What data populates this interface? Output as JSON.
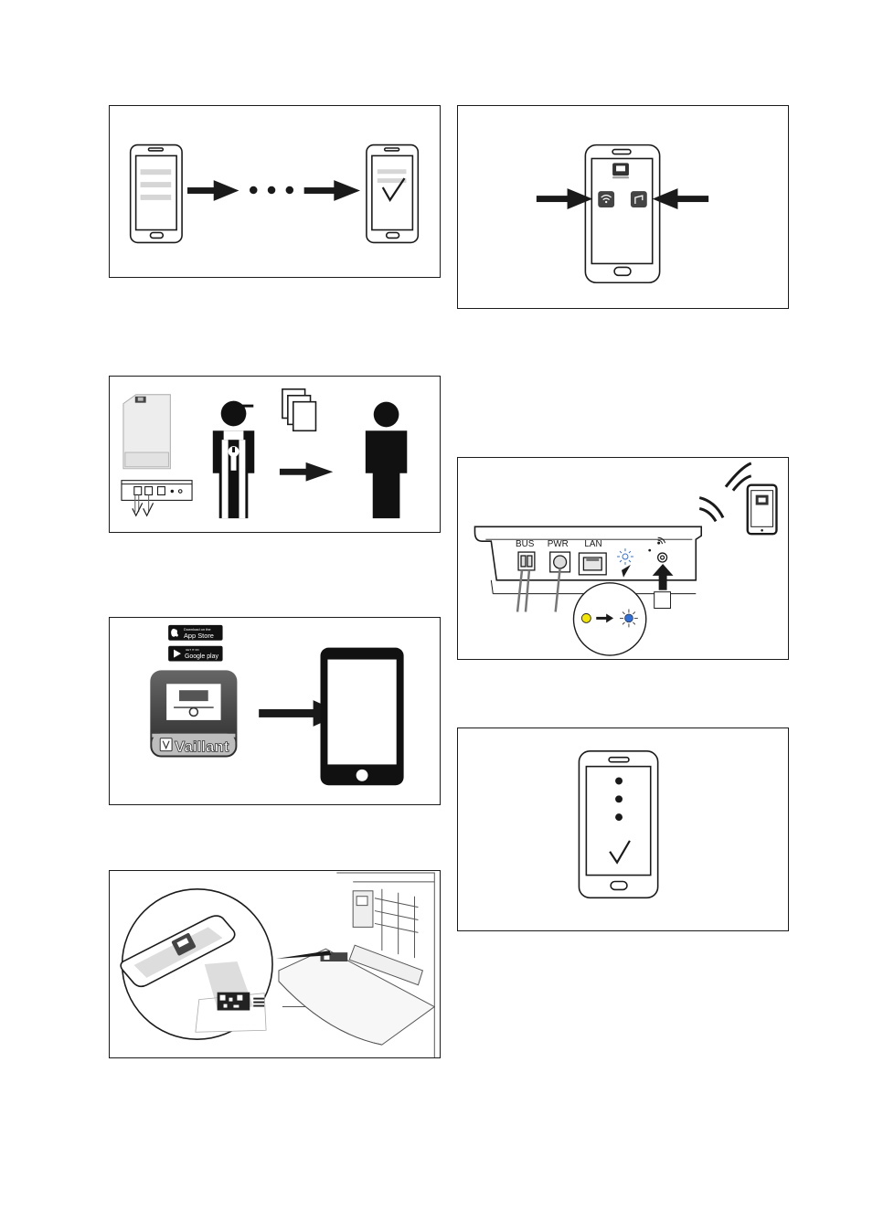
{
  "panels": {
    "device_ports": {
      "bus_label": "BUS",
      "pwr_label": "PWR",
      "lan_label": "LAN"
    },
    "store_badges": {
      "app_store_small": "Download on the",
      "app_store_large": "App Store",
      "google_play_small": "GET IT ON",
      "google_play_large": "Google play"
    },
    "app_tile": {
      "brand": "Vaillant"
    }
  },
  "colors": {
    "stroke": "#1a1a1a",
    "led_yellow": "#f2e600",
    "led_blue": "#2f6fd6",
    "grey_bar": "#d6d6d6"
  }
}
